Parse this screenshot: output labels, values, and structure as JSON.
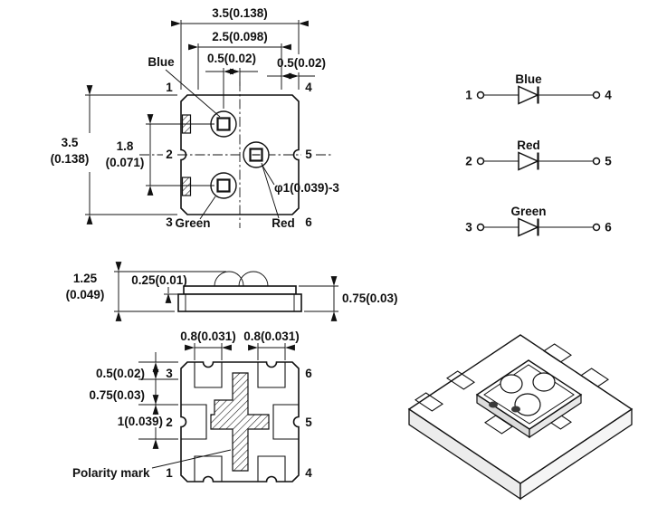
{
  "meta": {
    "ink": "#111111",
    "background": "#ffffff"
  },
  "top_view": {
    "dims": {
      "width_outer": "3.5(0.138)",
      "width_inner": "2.5(0.098)",
      "offset_center": "0.5(0.02)",
      "edge_right": "0.5(0.02)",
      "height_outer_val": "3.5",
      "height_outer_in": "(0.138)",
      "height_inner_val": "1.8",
      "height_inner_in": "(0.071)",
      "lens_dia": "φ1(0.039)-3"
    },
    "labels": {
      "blue": "Blue",
      "green": "Green",
      "red": "Red"
    },
    "pins": {
      "p1": "1",
      "p2": "2",
      "p3": "3",
      "p4": "4",
      "p5": "5",
      "p6": "6"
    }
  },
  "circuit": {
    "rows": [
      {
        "label": "Blue",
        "left_pin": "1",
        "right_pin": "4"
      },
      {
        "label": "Red",
        "left_pin": "2",
        "right_pin": "5"
      },
      {
        "label": "Green",
        "left_pin": "3",
        "right_pin": "6"
      }
    ]
  },
  "side_view": {
    "dims": {
      "total_height_val": "1.25",
      "total_height_in": "(0.049)",
      "lens_base": "0.25(0.01)",
      "body_height": "0.75(0.03)"
    }
  },
  "bottom_view": {
    "dims": {
      "pad_width_left": "0.8(0.031)",
      "pad_width_right": "0.8(0.031)",
      "edge_offset": "0.5(0.02)",
      "pad_gap": "0.75(0.03)",
      "mid_pad": "1(0.039)"
    },
    "polarity_label": "Polarity mark",
    "pins": {
      "p1": "1",
      "p2": "2",
      "p3": "3",
      "p4": "4",
      "p5": "5",
      "p6": "6"
    }
  }
}
